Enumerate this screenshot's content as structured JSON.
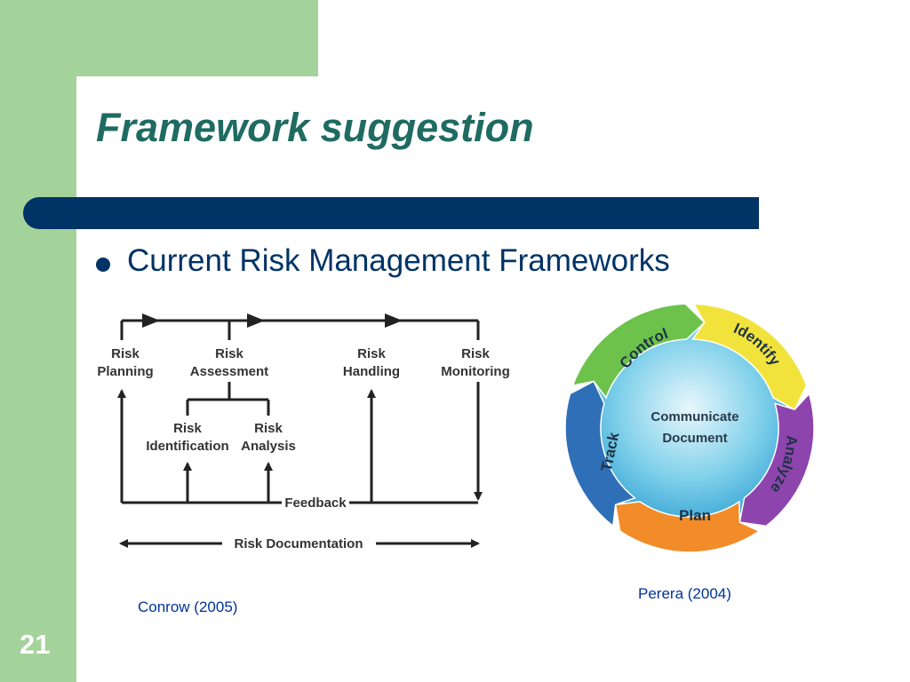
{
  "slide": {
    "title": "Framework suggestion",
    "bullet": "Current Risk Management Frameworks",
    "number": "21",
    "colors": {
      "sidebar": "#a3d29b",
      "title": "#1f6b62",
      "bar": "#003366",
      "caption": "#003399"
    }
  },
  "conrow_diagram": {
    "caption": "Conrow (2005)",
    "top_nodes": [
      {
        "line1": "Risk",
        "line2": "Planning"
      },
      {
        "line1": "Risk",
        "line2": "Assessment"
      },
      {
        "line1": "Risk",
        "line2": "Handling"
      },
      {
        "line1": "Risk",
        "line2": "Monitoring"
      }
    ],
    "sub_nodes": [
      {
        "line1": "Risk",
        "line2": "Identification"
      },
      {
        "line1": "Risk",
        "line2": "Analysis"
      }
    ],
    "feedback_label": "Feedback",
    "documentation_label": "Risk Documentation"
  },
  "perera_diagram": {
    "caption": "Perera (2004)",
    "center_line1": "Communicate",
    "center_line2": "Document",
    "segments": [
      {
        "label": "Control",
        "color": "#6cc24a"
      },
      {
        "label": "Identify",
        "color": "#f2e33c"
      },
      {
        "label": "Analyze",
        "color": "#8e44ad"
      },
      {
        "label": "Plan",
        "color": "#f28c28"
      },
      {
        "label": "Track",
        "color": "#2f6fb8"
      }
    ]
  }
}
